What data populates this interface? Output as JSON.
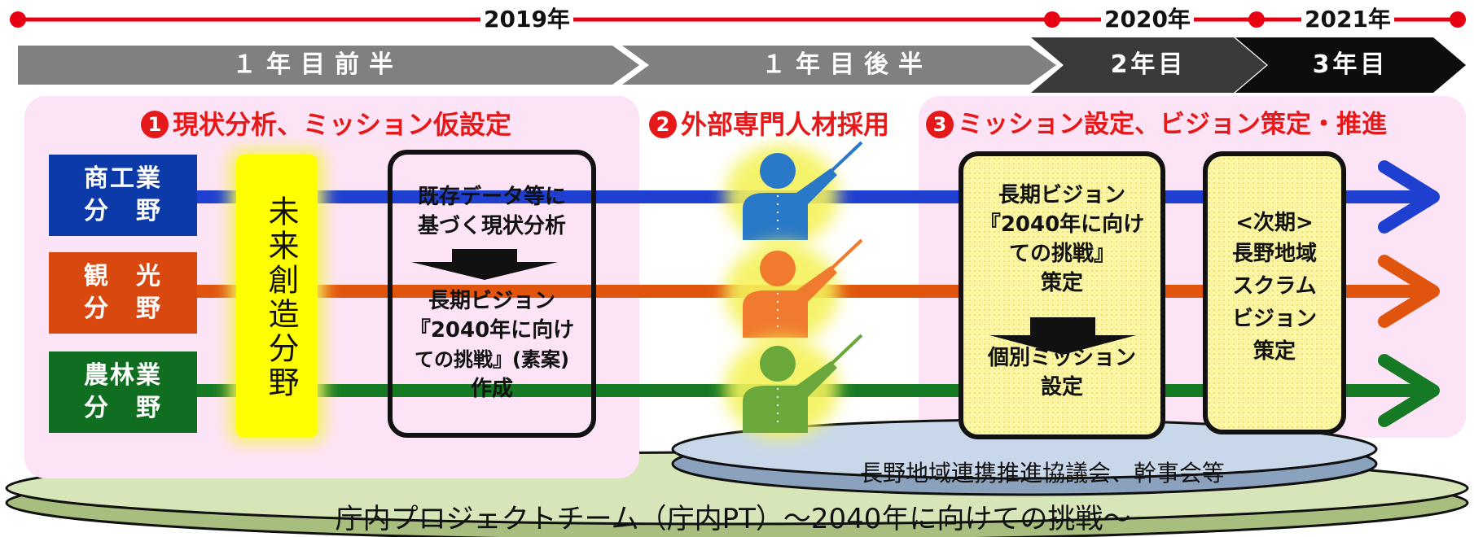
{
  "timeline": {
    "year_2019": "2019年",
    "year_2020": "2020年",
    "year_2021": "2021年",
    "line_color": "#e60012"
  },
  "phases": [
    {
      "label": "１年目前半",
      "color": "#808080"
    },
    {
      "label": "１年目後半",
      "color": "#808080"
    },
    {
      "label": "2年目",
      "color": "#3a3a3a"
    },
    {
      "label": "3年目",
      "color": "#0d0d0d"
    }
  ],
  "steps": {
    "step1": {
      "number": "1",
      "label": "現状分析、ミッション仮設定"
    },
    "step2": {
      "number": "2",
      "label": "外部専門人材採用"
    },
    "step3": {
      "number": "3",
      "label": "ミッション設定、ビジョン策定・推進"
    }
  },
  "fields": [
    {
      "line1": "商工業",
      "line2": "分　野",
      "color": "#0d3aa9",
      "arrow_color": "#1f3fd0"
    },
    {
      "line1": "観　光",
      "line2": "分　野",
      "color": "#d9480f",
      "arrow_color": "#e0540e"
    },
    {
      "line1": "農林業",
      "line2": "分　野",
      "color": "#0f6e1f",
      "arrow_color": "#167a24"
    }
  ],
  "mirai": {
    "label": "未来創造分野",
    "color": "#ffff00"
  },
  "box_analysis": {
    "top1": "既存データ等に",
    "top2": "基づく現状分析",
    "bottom1": "長期ビジョン",
    "bottom2": "『2040年に向け",
    "bottom3": "ての挑戦』(素案)",
    "bottom4": "作成"
  },
  "box_vision": {
    "top1": "長期ビジョン",
    "top2": "『2040年に向け",
    "top3": "ての挑戦』",
    "top4": "策定",
    "bottom1": "個別ミッション",
    "bottom2": "設定"
  },
  "box_next": {
    "line1": "<次期>",
    "line2": "長野地域",
    "line3": "スクラム",
    "line4": "ビジョン",
    "line5": "策定"
  },
  "council": {
    "label": "長野地域連携推進協議会、幹事会等"
  },
  "project_team": {
    "label": "庁内プロジェクトチーム（庁内PT）～2040年に向けての挑戦～"
  },
  "colors": {
    "pink_bg": "#fde3f6",
    "box_yellow": "#fbf6a6",
    "council_fill": "#c8d8ea",
    "pt_fill": "#d6e6b8",
    "person_blue": "#2a78c8",
    "person_orange": "#f07a2e",
    "person_green": "#6aa83c",
    "glow": "#f4f25a"
  }
}
